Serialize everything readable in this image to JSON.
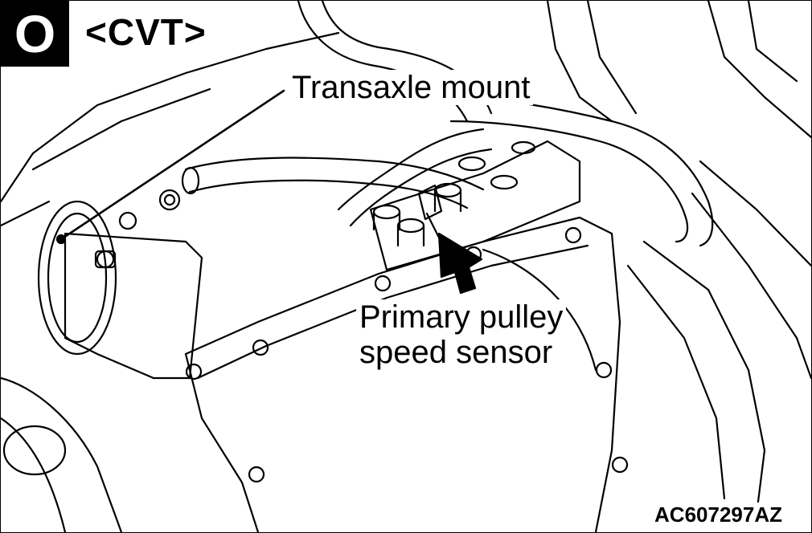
{
  "section_letter": "O",
  "variant_label": "<CVT>",
  "callouts": {
    "transaxle_mount": "Transaxle mount",
    "primary_pulley_line1": "Primary pulley",
    "primary_pulley_line2": "speed sensor"
  },
  "figure_code": "AC607297AZ",
  "colors": {
    "ink": "#000000",
    "paper": "#ffffff"
  }
}
